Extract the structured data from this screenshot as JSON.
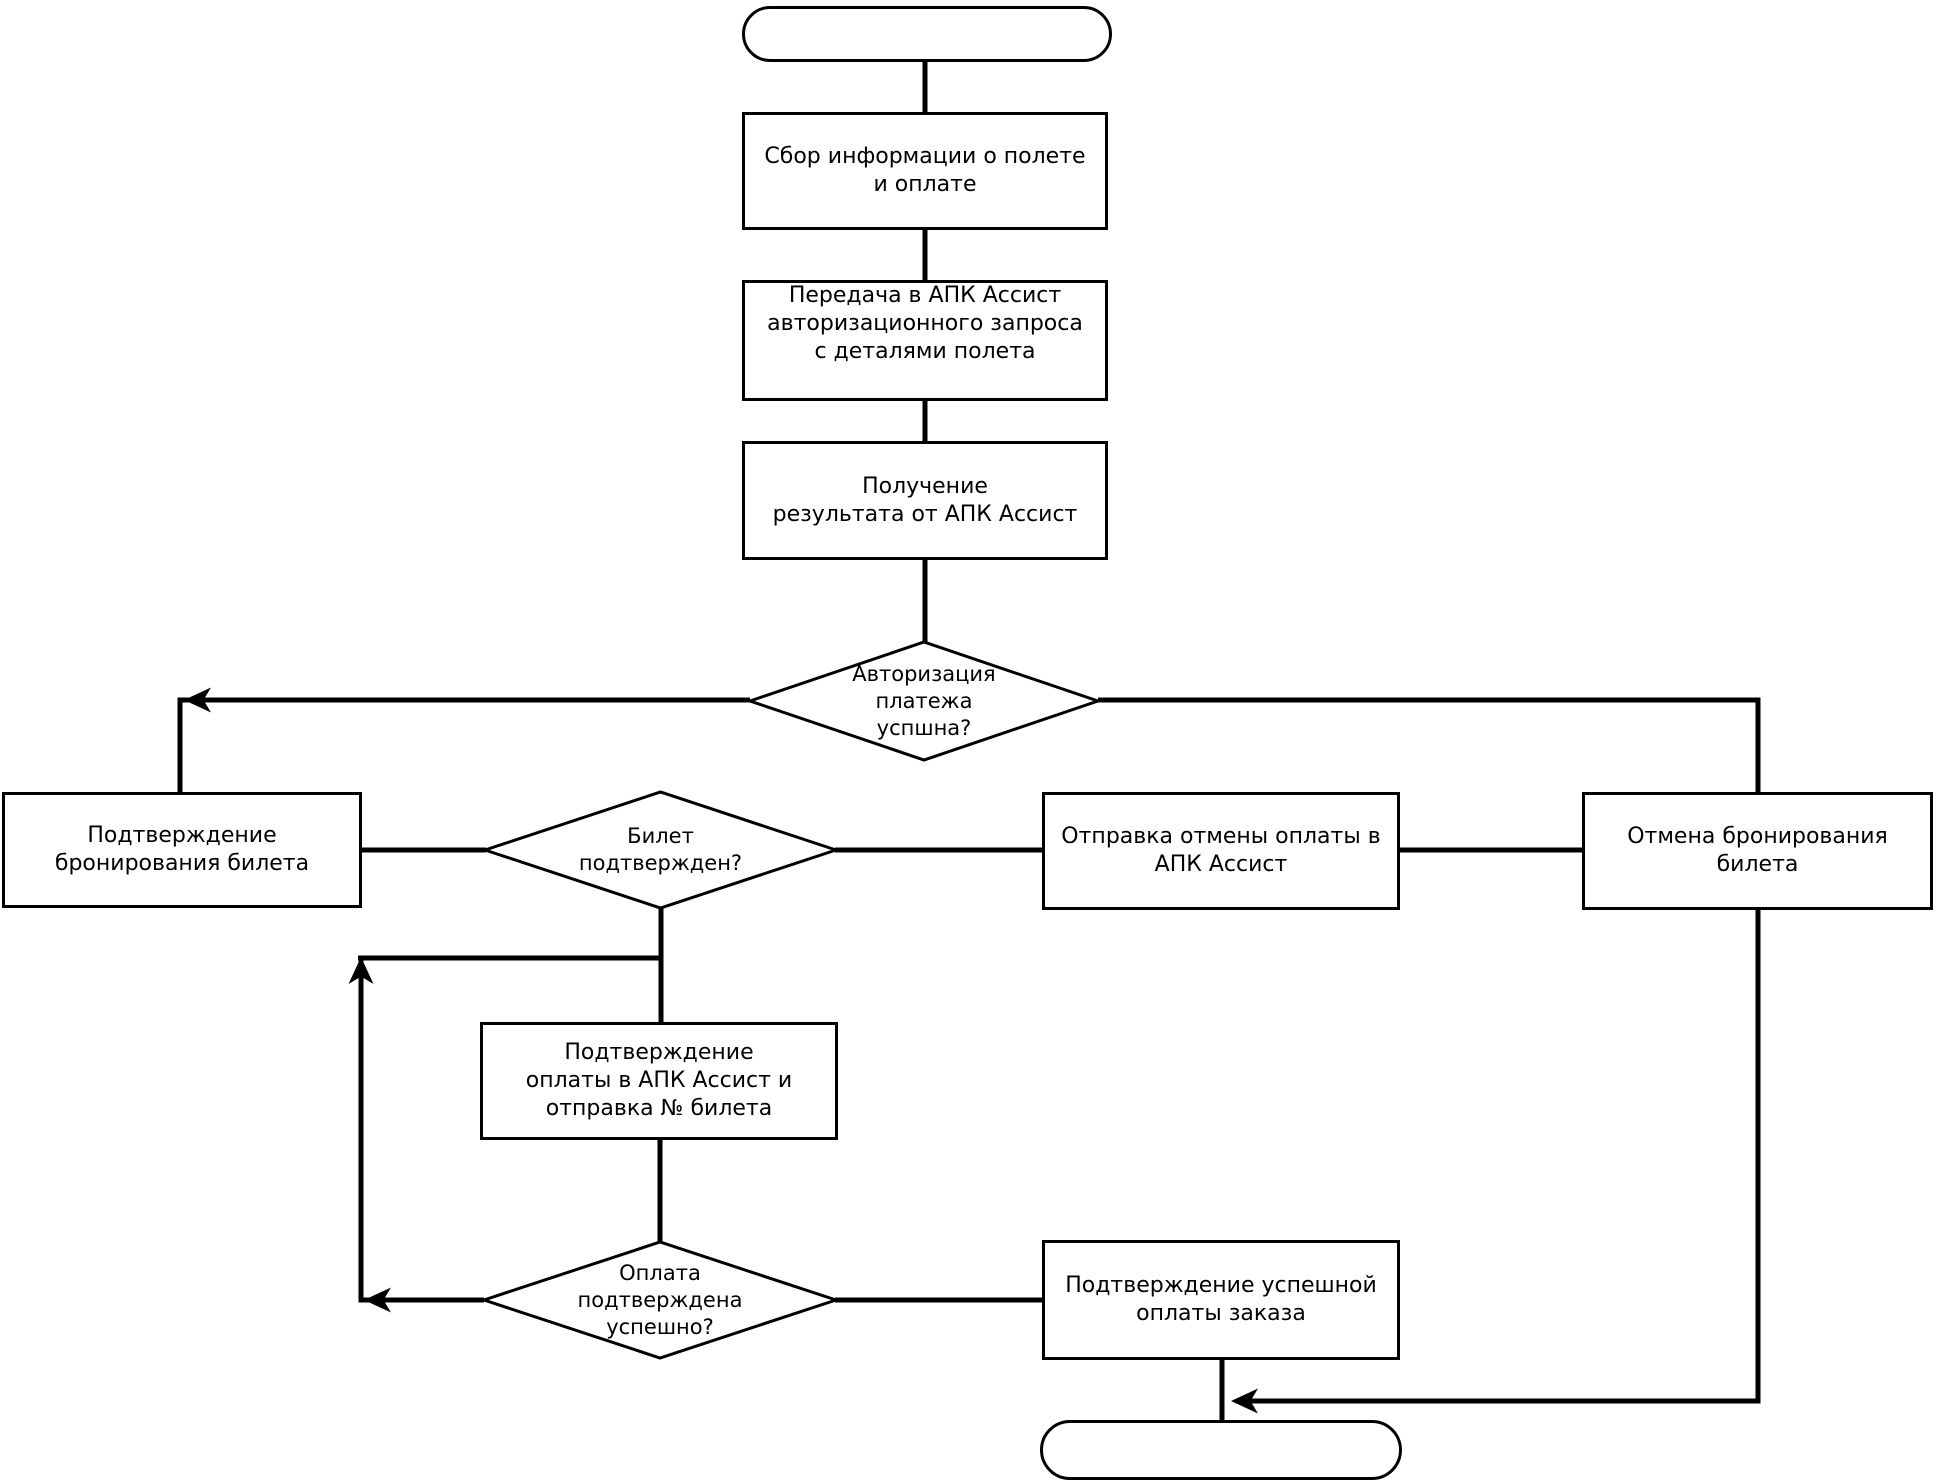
{
  "diagram": {
    "colors": {
      "stroke": "#000000",
      "background": "#ffffff"
    },
    "nodes": {
      "start": {
        "type": "terminator",
        "label": ""
      },
      "collect_info": {
        "type": "process",
        "label": "Сбор информации о полете\nи оплате"
      },
      "send_auth_request": {
        "type": "process",
        "label": "Передача в АПК Ассист\nавторизационного запроса\nс деталями полета"
      },
      "receive_result": {
        "type": "process",
        "label": "Получение\nрезультата от АПК Ассист"
      },
      "auth_success": {
        "type": "decision",
        "label": "Авторизация\nплатежа\nуспшна?"
      },
      "confirm_booking": {
        "type": "process",
        "label": "Подтверждение\nбронирования билета"
      },
      "ticket_confirmed": {
        "type": "decision",
        "label": "Билет\nподтвержден?"
      },
      "send_payment_cancel": {
        "type": "process",
        "label": "Отправка отмены оплаты в\nАПК Ассист"
      },
      "cancel_booking": {
        "type": "process",
        "label": "Отмена бронирования\nбилета"
      },
      "confirm_payment": {
        "type": "process",
        "label": "Подтверждение\nоплаты в АПК Ассист и\nотправка № билета"
      },
      "payment_confirmed": {
        "type": "decision",
        "label": "Оплата\nподтверждена\nуспешно?"
      },
      "confirm_order_payment": {
        "type": "process",
        "label": "Подтверждение успешной\nоплаты заказа"
      },
      "end": {
        "type": "terminator",
        "label": ""
      }
    }
  }
}
